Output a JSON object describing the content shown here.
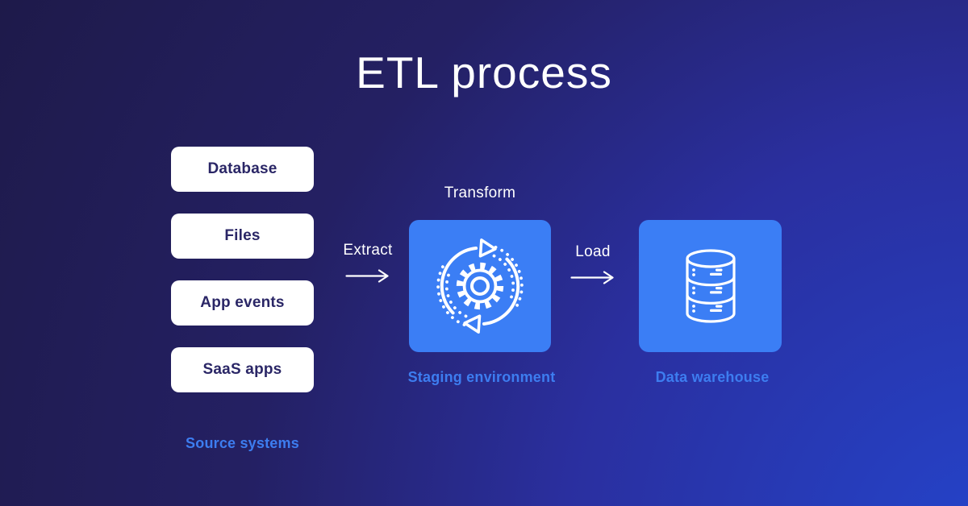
{
  "title": "ETL process",
  "source_systems": {
    "items": [
      {
        "label": "Database"
      },
      {
        "label": "Files"
      },
      {
        "label": "App events"
      },
      {
        "label": "SaaS apps"
      }
    ],
    "caption": "Source systems"
  },
  "flow": {
    "extract_label": "Extract",
    "transform_label": "Transform",
    "load_label": "Load"
  },
  "staging": {
    "caption": "Staging environment",
    "icon": "sync-gear-icon"
  },
  "warehouse": {
    "caption": "Data warehouse",
    "icon": "database-icon"
  },
  "colors": {
    "background_dark": "#1e1a4a",
    "background_blue": "#2444cb",
    "panel_blue": "#3b7ef5",
    "box_text_navy": "#2a2666",
    "caption_blue": "#3d7df0",
    "text_white": "#ffffff"
  }
}
